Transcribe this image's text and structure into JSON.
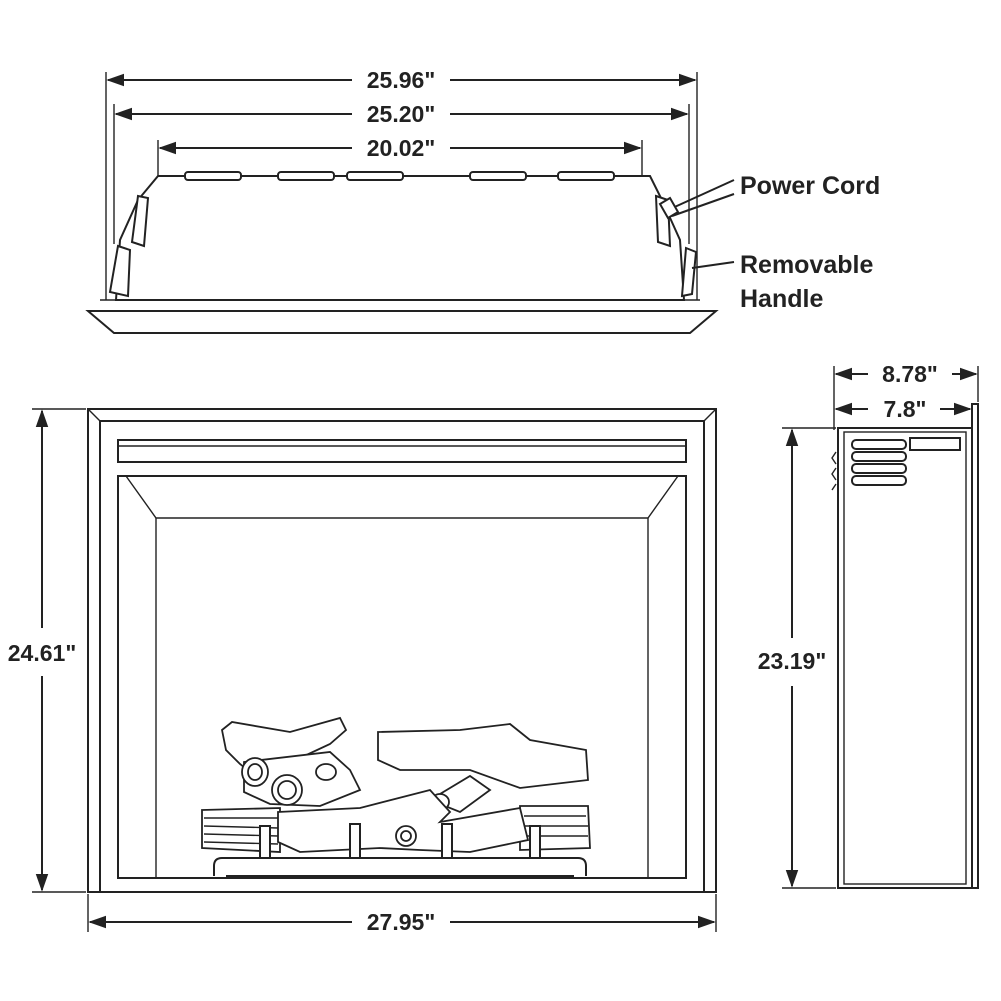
{
  "top_view": {
    "dimensions": {
      "outer_width": "25.96\"",
      "handle_width": "25.20\"",
      "body_width": "20.02\""
    },
    "labels": {
      "power_cord": "Power Cord",
      "removable_handle_line1": "Removable",
      "removable_handle_line2": "Handle"
    }
  },
  "front_view": {
    "dimensions": {
      "height": "24.61\"",
      "width": "27.95\""
    }
  },
  "side_view": {
    "dimensions": {
      "outer_depth": "8.78\"",
      "body_depth": "7.8\"",
      "height": "23.19\""
    }
  },
  "colors": {
    "line": "#222222",
    "background": "#ffffff"
  }
}
